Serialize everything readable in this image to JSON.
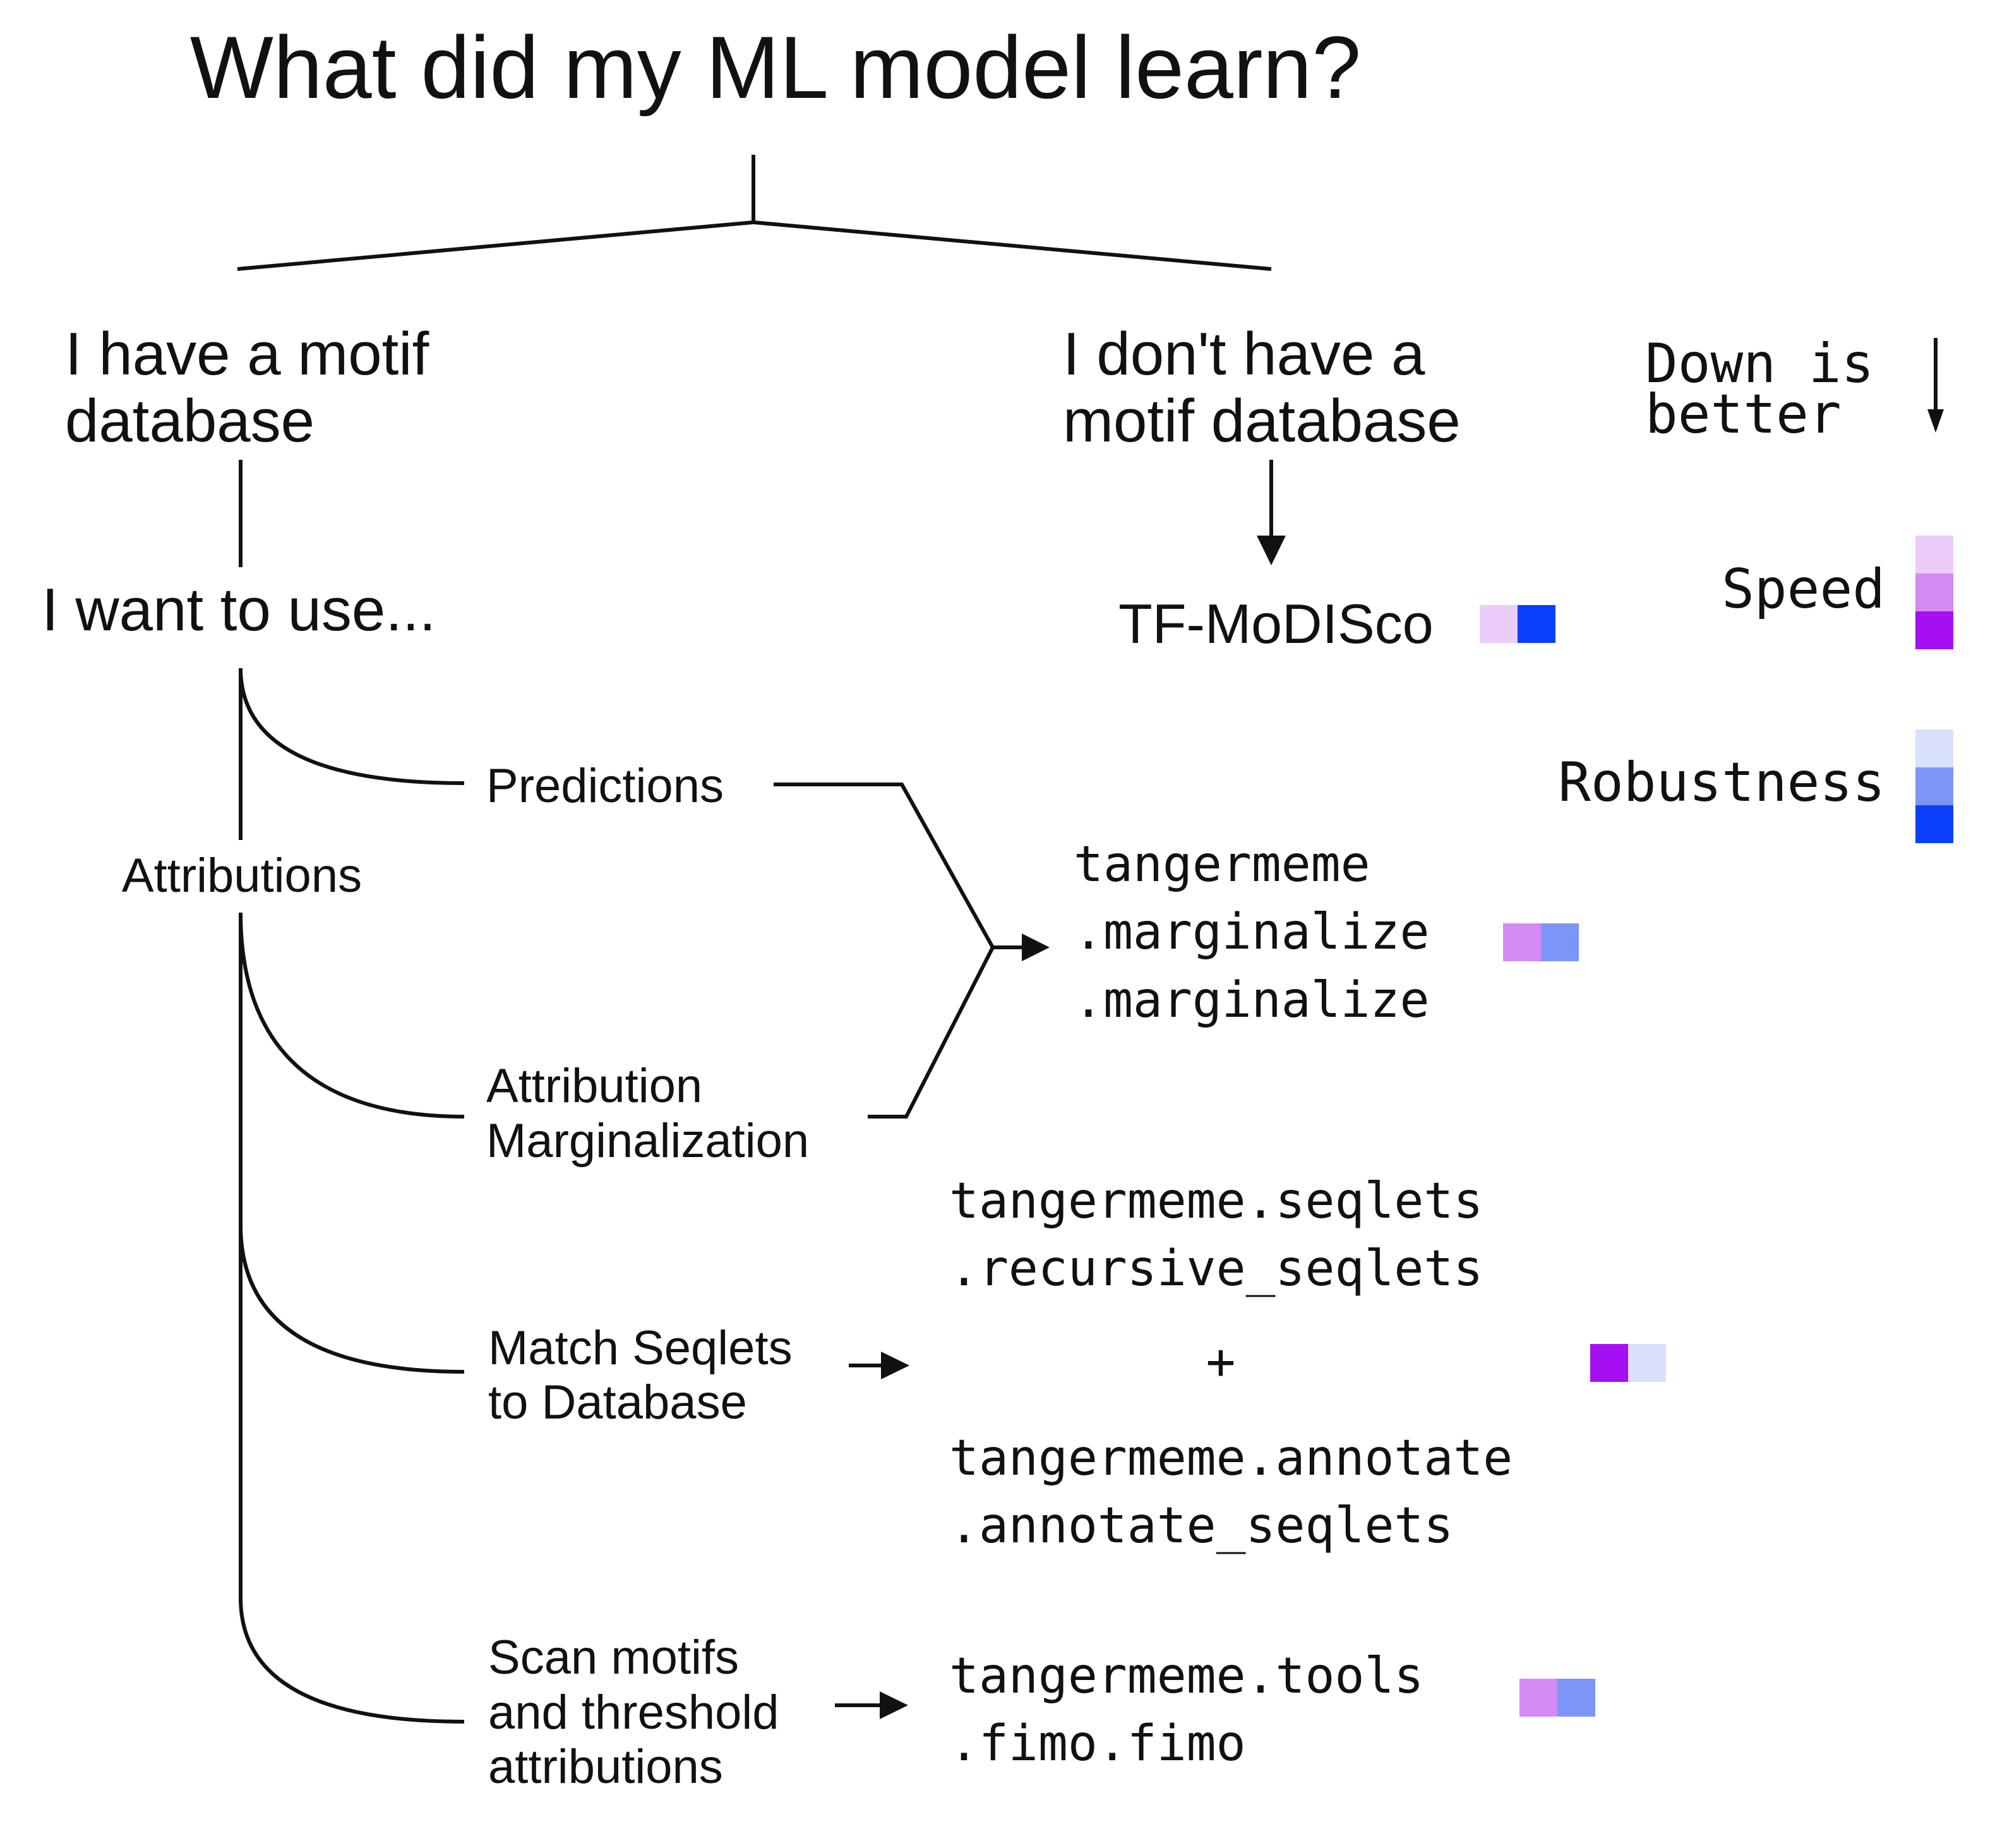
{
  "title": "What did my ML model learn?",
  "left_branch": {
    "line1": "I have a motif",
    "line2": "database",
    "question": "I want to use...",
    "attributions": "Attributions",
    "options": {
      "predictions": {
        "line1": "Predictions"
      },
      "attribution_marginalization": {
        "line1": "Attribution",
        "line2": "Marginalization"
      },
      "match_seqlets": {
        "line1": "Match Seqlets",
        "line2": "to Database"
      },
      "scan_motifs": {
        "line1": "Scan motifs",
        "line2": "and threshold",
        "line3": "attributions"
      }
    }
  },
  "right_branch": {
    "line1": "I don't have a",
    "line2": "motif database",
    "tool": "TF-MoDISco"
  },
  "tools": {
    "marginalize": {
      "line1": "tangermeme",
      "line2": ".marginalize",
      "line3": ".marginalize"
    },
    "seqlets": {
      "line1": "tangermeme.seqlets",
      "line2": ".recursive_seqlets",
      "plus": "+",
      "line3": "tangermeme.annotate",
      "line4": ".annotate_seqlets"
    },
    "fimo": {
      "line1": "tangermeme.tools",
      "line2": ".fimo.fimo"
    }
  },
  "legend": {
    "note_line1": "Down is",
    "note_line2": "better",
    "speed": "Speed",
    "robustness": "Robustness",
    "speed_colors": [
      "#ecccf9",
      "#d38af2",
      "#a50ff2"
    ],
    "robustness_colors": [
      "#d9e0fb",
      "#7b96f7",
      "#0a3ffa"
    ]
  },
  "ratings": {
    "tfmodisco": {
      "speed": 1,
      "robustness": 3
    },
    "marginalize": {
      "speed": 2,
      "robustness": 2
    },
    "seqlets": {
      "speed": 3,
      "robustness": 1
    },
    "fimo": {
      "speed": 2,
      "robustness": 2
    }
  }
}
